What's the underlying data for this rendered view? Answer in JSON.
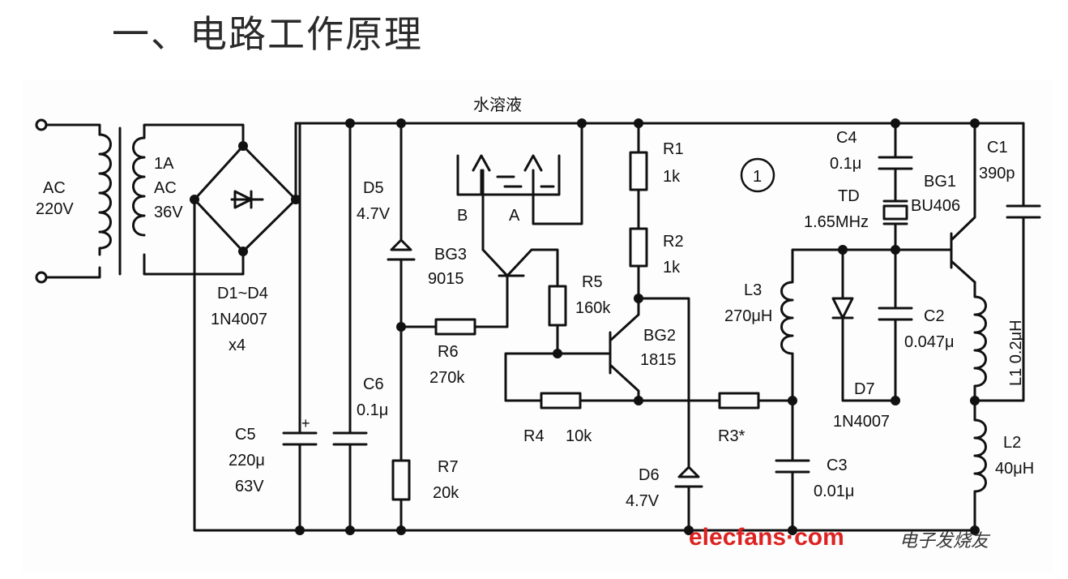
{
  "page": {
    "title": "一、电路工作原理"
  },
  "schematic": {
    "liquid_label": "水溶液",
    "figure_number": "1",
    "labels": {
      "ac_input": [
        "AC",
        "220V"
      ],
      "transformer": [
        "1A",
        "AC",
        "36V"
      ],
      "bridge": [
        "D1~D4",
        "1N4007",
        "x4"
      ],
      "c5": [
        "C5",
        "220μ",
        "63V"
      ],
      "d5": [
        "D5",
        "4.7V"
      ],
      "c6": [
        "C6",
        "0.1μ"
      ],
      "bg3": [
        "BG3",
        "9015"
      ],
      "probe_b": "B",
      "probe_a": "A",
      "r6": [
        "R6",
        "270k"
      ],
      "r7": [
        "R7",
        "20k"
      ],
      "r5": [
        "R5",
        "160k"
      ],
      "r1": [
        "R1",
        "1k"
      ],
      "r2": [
        "R2",
        "1k"
      ],
      "bg2": [
        "BG2",
        "1815"
      ],
      "r4": [
        "R4",
        "10k"
      ],
      "d6": [
        "D6",
        "4.7V"
      ],
      "r3": "R3*",
      "l3": [
        "L3",
        "270μH"
      ],
      "c3": [
        "C3",
        "0.01μ"
      ],
      "c4": [
        "C4",
        "0.1μ"
      ],
      "td": [
        "TD",
        "1.65MHz"
      ],
      "bg1": [
        "BG1",
        "BU406"
      ],
      "c1": [
        "C1",
        "390p"
      ],
      "c2": [
        "C2",
        "0.047μ"
      ],
      "l1": "L1 0.2μH",
      "d7": [
        "D7",
        "1N4007"
      ],
      "l2": [
        "L2",
        "40μH"
      ]
    }
  },
  "watermark": {
    "brand": "elecfans·com",
    "chinese": "电子发烧友"
  },
  "colors": {
    "line": "#111111",
    "watermark": "#dd2222"
  }
}
